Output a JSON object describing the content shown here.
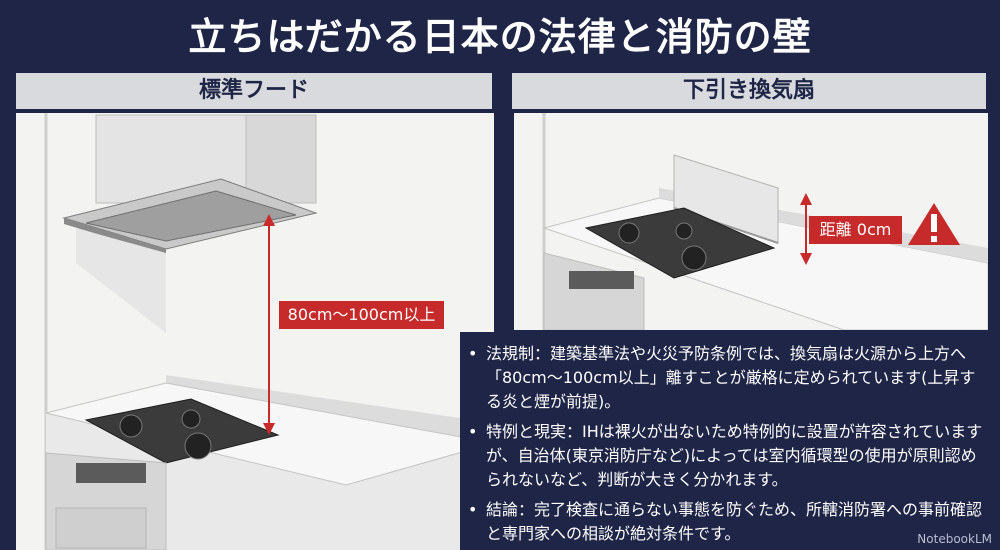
{
  "title": "立ちはだかる日本の法律と消防の壁",
  "panels": {
    "left": {
      "header": "標準フード",
      "distance_label": "80cm～100cm以上"
    },
    "right": {
      "header": "下引き換気扇",
      "distance_label": "距離 0cm",
      "warning_icon": "warning-triangle-icon"
    }
  },
  "notes": [
    "法規制：建築基準法や火災予防条例では、換気扇は火源から上方へ「80cm～100cm以上」離すことが厳格に定められています(上昇する炎と煙が前提)。",
    "特例と現実：IHは裸火が出ないため特例的に設置が許容されていますが、自治体(東京消防庁など)によっては室内循環型の使用が原則認められないなど、判断が大きく分かれます。",
    "結論：完了検査に通らない事態を防ぐため、所轄消防署への事前確認と専門家への相談が絶対条件です。"
  ],
  "watermark": "NotebookLM",
  "colors": {
    "background": "#1f2546",
    "header": "#d9dade",
    "accent_red": "#c62a2a"
  }
}
